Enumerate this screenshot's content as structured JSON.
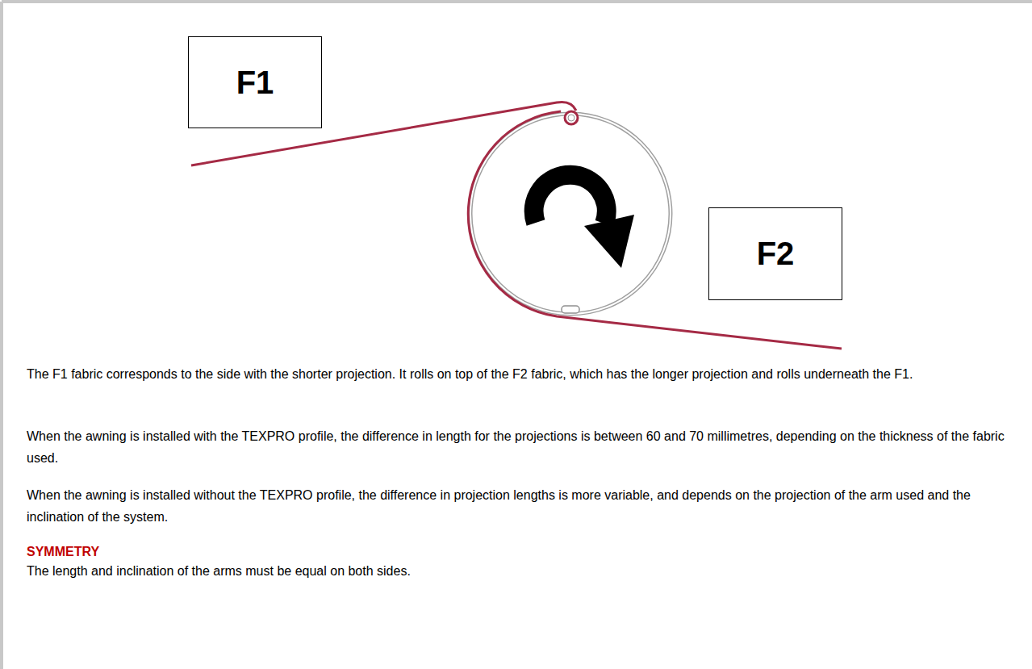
{
  "diagram": {
    "nodes": [
      {
        "text": [
          "F1"
        ]
      },
      {
        "text": [
          "F2"
        ]
      }
    ],
    "labels": [
      "The F1 fabric corresponds to the side with the shorter projection. It rolls on top of the F2 fabric, which has the longer projection and rolls underneath the F1.",
      "When the awning is installed with the TEXPRO profile, the difference in length for the projections is between 60 and 70 millimetres, depending on the thickness of the fabric used.",
      "When the awning is installed without the TEXPRO profile, the difference in projection lengths is more variable, and depends on the projection of the arm used and the inclination of the system.",
      "SYMMETRY",
      "The length and inclination of the arms must be equal on both sides."
    ]
  }
}
